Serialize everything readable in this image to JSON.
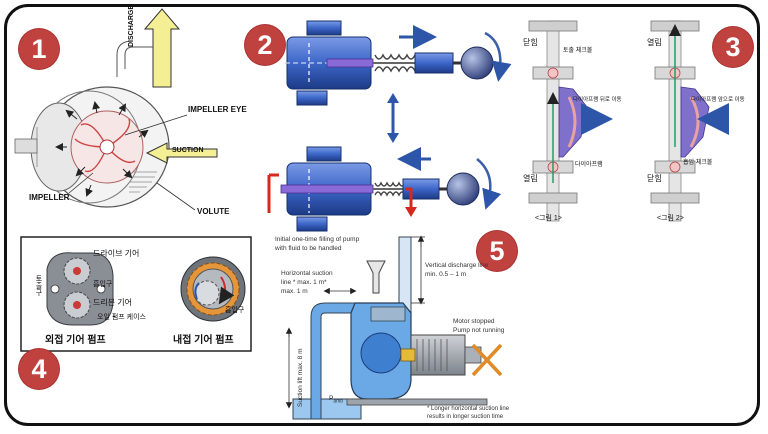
{
  "markers": [
    "1",
    "2",
    "3",
    "4",
    "5"
  ],
  "panel1": {
    "discharge": "DISCHARGE",
    "impeller_eye": "IMPELLER EYE",
    "suction": "SUCTION",
    "impeller": "IMPELLER",
    "volute": "VOLUTE"
  },
  "panel3": {
    "left": {
      "top_state": "닫힘",
      "top_valve": "토출 체크볼",
      "diaphragm_move": "다이아프램 뒤로 이동",
      "diaphragm": "다이아프램",
      "bottom_state": "열림",
      "caption": "<그림 1>"
    },
    "right": {
      "top_state": "열림",
      "diaphragm_move": "다이아프램 앞으로 이동",
      "bottom_valve": "흡입 체크볼",
      "bottom_state": "닫힘",
      "caption": "<그림 2>"
    }
  },
  "panel4": {
    "external": {
      "drive_gear": "드라이브 기어",
      "discharge_port": "토출구",
      "suction_port": "흡입구",
      "driven_gear": "드리븐 기어",
      "pump_case": "오일 펌프 케이스",
      "title": "외접 기어 펌프"
    },
    "internal": {
      "suction_port": "흡입구",
      "title": "내접 기어 펌프"
    }
  },
  "panel5": {
    "initial_fill": "Initial one-time filling of pump with fluid to be handled",
    "initial_fill_line1": "Initial one-time filling of pump",
    "initial_fill_line2": "with fluid to be handled",
    "horizontal_line1": "Horizontal suction",
    "horizontal_line2": "line * max. 1 m*",
    "horizontal_line3": "max. 1 m",
    "vertical_line1": "Vertical discharge line",
    "vertical_line2": "min. 0.5 – 1 m",
    "suction_lift": "Suction lift max. 8 m",
    "motor_line1": "Motor stopped",
    "motor_line2": "Pump not running",
    "p_amb": "P",
    "p_amb_sub": "amb",
    "footnote_line1": "* Longer horizontal suction line",
    "footnote_line2": "results in longer suction time"
  },
  "colors": {
    "marker": "#c0423e",
    "blue_body": "#3c66c8",
    "arrow_blue": "#2e56a8",
    "water": "#6aa9e6",
    "red": "#d6281e",
    "green": "#1f9e66",
    "purple": "#8870d0"
  }
}
